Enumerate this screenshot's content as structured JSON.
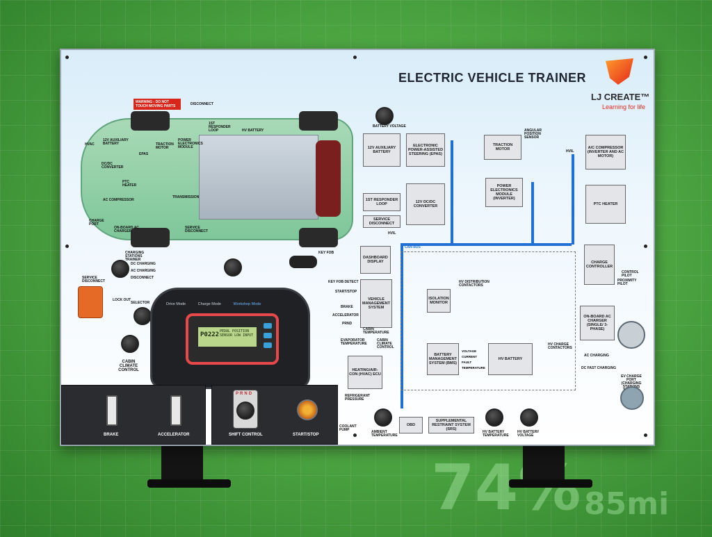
{
  "background": {
    "numbers": [
      "74%",
      "85mi"
    ]
  },
  "header": {
    "title": "ELECTRIC VEHICLE TRAINER",
    "logo_name": "LJ CREATE™",
    "logo_tagline": "Learning for life"
  },
  "car_labels": {
    "warning": "WARNING - DO NOT TOUCH MOVING PARTS",
    "disconnect": "DISCONNECT",
    "first_responder_loop": "1ST RESPONDER LOOP",
    "hv_battery": "HV BATTERY",
    "aux_battery": "12V AUXILIARY BATTERY",
    "hvac": "HVAC",
    "dcdc": "DC/DC CONVERTER",
    "epas": "EPAS",
    "traction_motor": "TRACTION MOTOR",
    "power_electronics": "POWER ELECTRONICS MODULE",
    "ptc_heater": "PTC HEATER",
    "ac_compressor": "AC COMPRESSOR",
    "transmission": "TRANSMISSION",
    "charge_port": "CHARGE PORT",
    "onboard_ac_charger": "ON-BOARD AC CHARGER",
    "service_disconnect": "SERVICE DISCONNECT"
  },
  "left_labels": {
    "charging_stations": "CHARGING STATIONS TRAINER",
    "dc_charging": "DC CHARGING",
    "ac_charging": "AC CHARGING",
    "disconnect": "DISCONNECT",
    "service_disconnect": "SERVICE DISCONNECT",
    "lock_out": "LOCK OUT",
    "selector": "SELECTOR",
    "key_fob": "KEY FOB",
    "cabin_climate": "CABIN CLIMATE CONTROL"
  },
  "console": {
    "tabs": [
      "Drive Mode",
      "Charge Mode",
      "Workshop Mode"
    ],
    "dtc_code": "P0222",
    "dtc_message": "PEDAL POSITION SENSOR LOW INPUT"
  },
  "bottom_controls": {
    "brake": "BRAKE",
    "accelerator": "ACCELERATOR",
    "gears": [
      "P",
      "R",
      "N",
      "D"
    ],
    "shift_control": "SHIFT CONTROL",
    "start_stop": "START/STOP"
  },
  "schematic": {
    "battery_voltage": "BATTERY VOLTAGE",
    "aux_battery": "12V AUXILIARY BATTERY",
    "epas": "ELECTRONIC POWER-ASSISTED STEERING (EPAS)",
    "traction_motor": "TRACTION MOTOR",
    "angular_sensor": "ANGULAR POSITION SENSOR",
    "ac_compressor": "A/C COMPRESSOR (INVERTER AND AC MOTOR)",
    "first_responder": "1ST RESPONDER LOOP",
    "dcdc": "12V DC/DC CONVERTER",
    "power_module": "POWER ELECTRONICS MODULE (INVERTER)",
    "ptc_heater": "PTC HEATER",
    "service_disconnect": "SERVICE DISCONNECT",
    "hvil": "HVIL",
    "can_bus": "CAN BUS",
    "dashboard": "DASHBOARD DISPLAY",
    "charge_controller": "CHARGE CONTROLLER",
    "vms": "VEHICLE MANAGEMENT SYSTEM",
    "isolation_monitor": "ISOLATION MONITOR",
    "hv_contactors": "HV DISTRIBUTION CONTACTORS",
    "onboard_charger": "ON-BOARD AC CHARGER (SINGLE/ 3-PHASE)",
    "hvac_ecu": "HEATING/AIR-CON (HVAC) ECU",
    "bms": "BATTERY MANAGEMENT SYSTEM (BMS)",
    "hv_battery": "HV BATTERY",
    "bms_outputs": [
      "VOLTAGE",
      "CURRENT",
      "FAULT",
      "TEMPERATURE"
    ],
    "hv_charge_contactors": "HV CHARGE CONTACTORS",
    "ac_charging": "AC CHARGING",
    "dc_fast_charging": "DC FAST CHARGING",
    "ev_charge_port": "EV CHARGE PORT (CHARGING STATIONS TRAINER)",
    "obd": "OBD",
    "srs": "SUPPLEMENTAL RESTRAINT SYSTEM (SRS)",
    "ambient_temp": "AMBIENT TEMPERATURE",
    "hv_battery_temp": "HV BATTERY TEMPERATURE",
    "hv_battery_voltage": "HV BATTERY VOLTAGE",
    "coolant_pump": "COOLANT PUMP",
    "refrigerant_pressure": "REFRIGERANT PRESSURE",
    "cabin_temp": "CABIN TEMPERATURE",
    "cabin_climate": "CABIN CLIMATE CONTROL",
    "evaporator_temp": "EVAPORATOR TEMPERATURE",
    "key_fob_detect": "KEY FOB DETECT",
    "start_stop": "START/STOP",
    "brake": "BRAKE",
    "accelerator": "ACCELERATOR",
    "prnd": "PRND",
    "control_pilot": "CONTROL PILOT",
    "proximity_pilot": "PROXIMITY PILOT"
  }
}
